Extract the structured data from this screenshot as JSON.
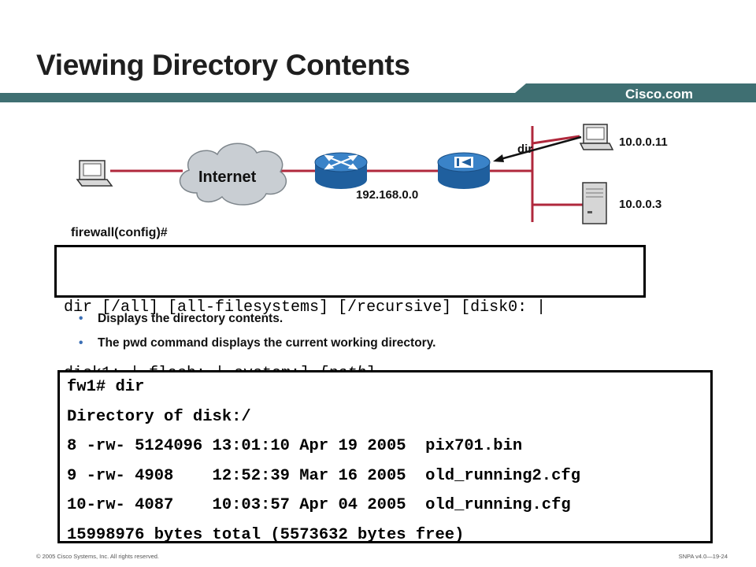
{
  "slide": {
    "title": "Viewing Directory Contents",
    "brand": "Cisco.com"
  },
  "diagram": {
    "cloud_label": "Internet",
    "network_label": "192.168.0.0",
    "command_label": "dir",
    "host_top_ip": "10.0.0.11",
    "host_bottom_ip": "10.0.0.3"
  },
  "prompt": "firewall(config)#",
  "syntax": {
    "line1": "dir [/all] [all-filesystems] [/recursive] [disk0: |",
    "line2_pre": "disk1: | flash: | system:] ",
    "line2_arg": "[path",
    "line2_post": "]"
  },
  "bullets": [
    "Displays the directory contents.",
    "The pwd command displays the current working directory."
  ],
  "output": [
    "fw1# dir",
    "Directory of disk:/",
    "8 -rw- 5124096 13:01:10 Apr 19 2005  pix701.bin",
    "9 -rw- 4908    12:52:39 Mar 16 2005  old_running2.cfg",
    "10-rw- 4087    10:03:57 Apr 04 2005  old_running.cfg",
    "15998976 bytes total (5573632 bytes free)"
  ],
  "footer": {
    "copyright": "© 2005 Cisco Systems, Inc. All rights reserved.",
    "course": "SNPA v4.0—19-24"
  },
  "colors": {
    "banner": "#3f6f72",
    "link_red": "#b0283c",
    "router_blue": "#2b6fb3"
  }
}
